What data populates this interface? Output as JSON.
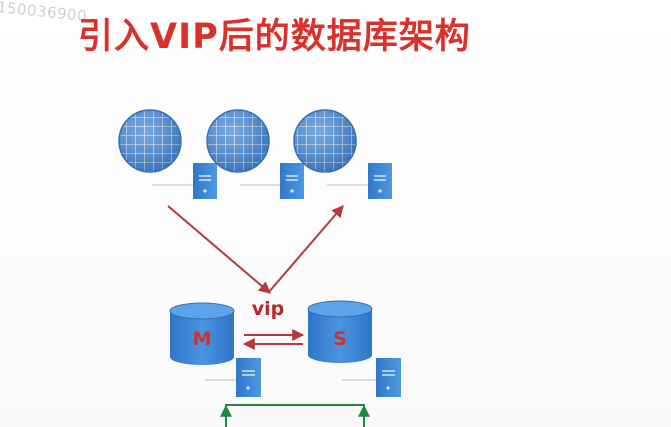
{
  "watermark": "150036900",
  "title": "引入VIP后的数据库架构",
  "vip_label": "vip",
  "master_label": "M",
  "slave_label": "S",
  "colors": {
    "title": "#d9322a",
    "globe": "#3f7fcb",
    "server": "#3a84d4",
    "request_arrow": "#b43a3a",
    "sync_arrow": "#b43a3a",
    "replication_line": "#1f8a3a"
  },
  "icons": {
    "web_node": "globe-icon",
    "server": "server-icon",
    "database": "database-icon"
  }
}
